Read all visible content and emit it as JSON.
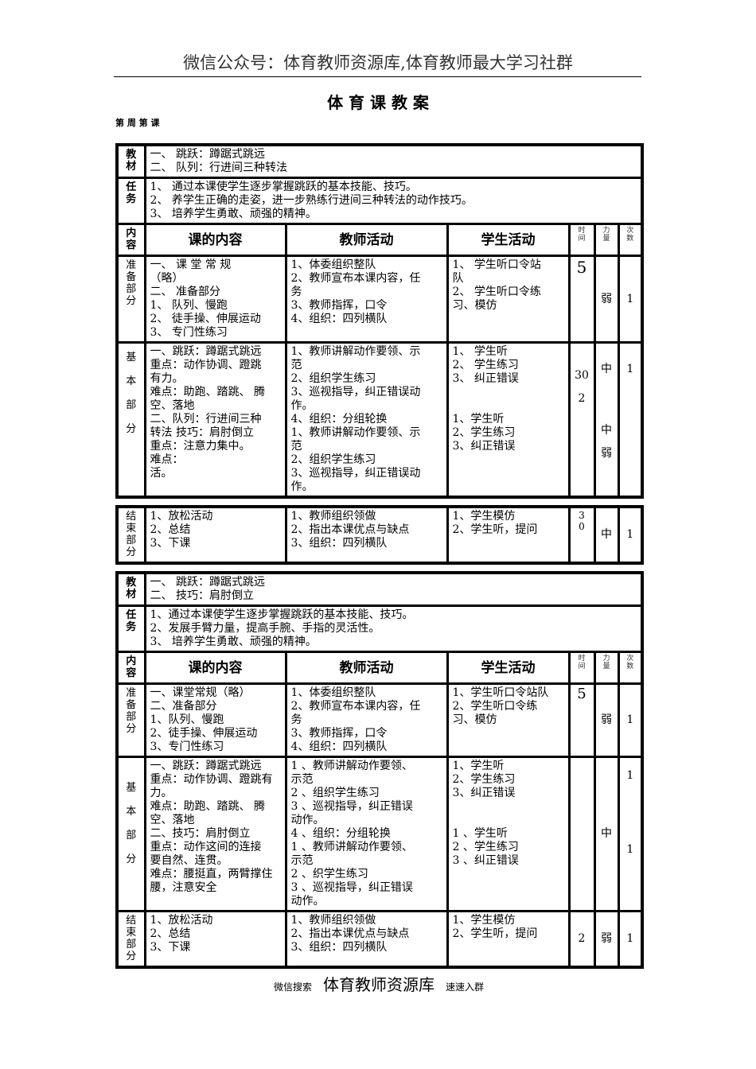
{
  "header": {
    "wechat_line": "微信公众号：体育教师资源库,体育教师最大学习社群",
    "title": "体 育 课 教 案",
    "week_lesson": "第  周 第  课"
  },
  "layer_a": {
    "material_label": "教材",
    "material": "一、      跳跃：蹲踞式跳远\n二、      队列：行进间三种转法",
    "task_label": "任务",
    "tasks": "1、 通过本课使学生逐步掌握跳跃的基本技能、技巧。\n2、 养学生正确的走姿，进一步熟练行进间三种转法的动作技巧。\n3、 培养学生勇敢、顽强的精神。",
    "col_section": "内容",
    "col_content": "课的内容",
    "col_teacher": "教师活动",
    "col_student": "学生活动",
    "col_time": "时间",
    "col_load": "力量",
    "col_count": "次数",
    "prep": {
      "label": "准备部分",
      "content": "一、    课 堂 常 规\n    （略）\n二、    准备部分\n1、 队列、慢跑\n2、 徒手操、伸展运动\n3、 专门性练习",
      "teacher": "1、体委组织整队\n2、教师宣布本课内容，任\n务\n3、教师指挥，口令\n4、组织：四列横队",
      "student": "1、 学生听口令站\n    队\n2、 学生听口令练\n    习、模仿",
      "time": "5",
      "load": "弱",
      "count": "1"
    },
    "basic": {
      "label": "基本部分",
      "content": "一、跳跃：蹲踞式跳远\n重点：动作协调、蹬跳\n有力。\n难点：助跑、踏跳、 腾\n空、落地\n二、队列：行进间三种\n转法   技巧：肩肘倒立\n重点：注意力集中。\n难点：\n活。",
      "teacher": "1、教师讲解动作要领、示\n范\n2、组织学生练习\n3、巡视指导，纠正错误动\n作。\n4、组织：分组轮换\n1、教师讲解动作要领、示\n范\n2、组织学生练习\n3、巡视指导，纠正错误动\n作。",
      "student": "1、     学生听\n2、     学生练习\n3、     纠正错误",
      "student2": "1、学生听\n2、学生练习\n3、纠正错误",
      "time": "30",
      "time2": "2",
      "load": "中",
      "load2": "中",
      "load3": "弱",
      "count": "1"
    }
  },
  "layer_b": {
    "material_label": "教材",
    "material": "一、   跳跃：蹲踞式跳远\n二、   技巧：肩肘倒立",
    "task_label": "任务",
    "tasks": "1、通过本课使学生逐步掌握跳跃的基本技能、技巧。\n2、发展手臂力量，提高手腕、手指的灵活性。\n3、 培养学生勇敢、顽强的精神。",
    "col_section": "内容",
    "col_content": "课的内容",
    "col_teacher": "教师活动",
    "col_student": "学生活动",
    "col_time": "时间",
    "col_load": "力量",
    "col_count": "次数",
    "prep": {
      "label": "准备部分",
      "content": "一、课堂常规（略）\n二、准备部分\n1、队列、慢跑\n2、徒手操、伸展运动\n3、专门性练习",
      "teacher": "1、体委组织整队\n2、教师宣布本课内容，任\n务\n3、教师指挥，口令\n4、组织：四列横队",
      "student": "1、学生听口令站队\n2、学生听口令练\n习、模仿",
      "time": "5",
      "load": "弱",
      "count": "1"
    },
    "basic": {
      "label": "基本部分",
      "content": "一、跳跃：蹲踞式跳远\n重点：动作协调、蹬跳有\n力。\n难点：助跑、踏跳、 腾\n空、落地\n二、技巧：肩肘倒立\n重点：动作这间的连接\n要自然、连贯。\n难点：腰挺直，两臂撑住\n腰，注意安全",
      "teacher": "1 、教师讲解动作要领、\n     示范\n2 、组织学生练习\n3 、巡视指导，纠正错误\n     动作。\n4 、组织：分组轮换\n1 、教师讲解动作要领、\n     示范\n2 、织学生练习\n3 、巡视指导，纠正错误\n     动作。",
      "student": "1、学生听\n2、学生练习\n3、纠正错误",
      "student2": "1 、学生听\n2 、学生练习\n3 、纠正错误",
      "load": "中",
      "count": "1",
      "count2": "1"
    },
    "end": {
      "label": "结束部分",
      "content": "1、放松活动\n2、总结\n3、下课",
      "teacher": "1、教师组织领做\n2、指出本课优点与缺点\n3、组织：四列横队",
      "student": "1、学生模仿\n2、学生听，提问",
      "time": "2",
      "load": "弱",
      "count": "1"
    }
  },
  "layer_c": {
    "end": {
      "label": "结束部分",
      "content": "1、放松活动\n2、总结\n3、下课",
      "teacher": "1、教师组织领做\n2、指出本课优点与缺点\n3、组织：四列横队",
      "student": "1、学生模仿\n2、学生听，提问",
      "time": "3\n0",
      "load": "中",
      "count": "1"
    }
  },
  "watermark": {
    "left": "微信搜索",
    "center": "体育教师资源库",
    "right": "速速入群"
  }
}
